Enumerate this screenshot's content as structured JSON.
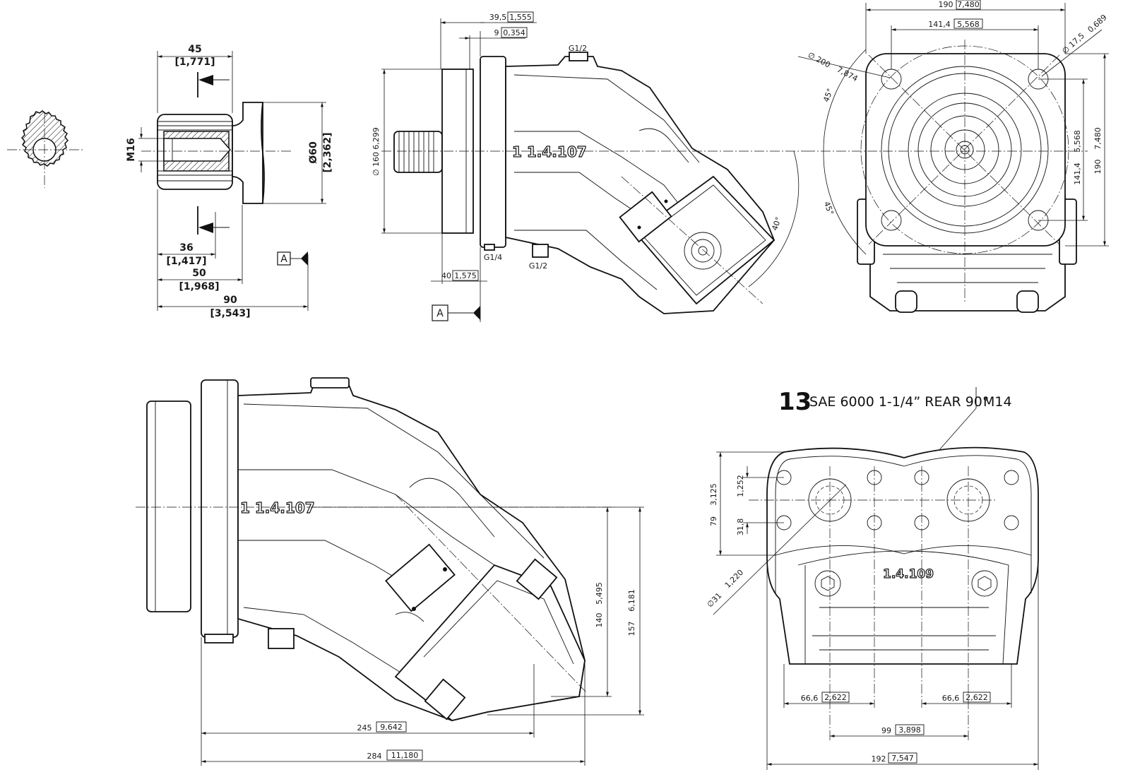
{
  "colors": {
    "line": "#111111",
    "paper": "#ffffff"
  },
  "shaft_view": {
    "d45": "45",
    "d45_in": "[1,771]",
    "m16": "M16",
    "d60": "Ø60",
    "d60_in": "[2,362]",
    "d36": "36",
    "d36_in": "[1,417]",
    "d50": "50",
    "d50_in": "[1,968]",
    "d90": "90",
    "d90_in": "[3,543]",
    "datum": "A"
  },
  "side_view": {
    "d39_5": "39,5",
    "d39_5_in": "1,555",
    "d9": "9",
    "d9_in": "0,354",
    "g12_top": "G1/2",
    "dia160": "∅ 160",
    "dia160_in": "6,299",
    "part_no": "1   1.4.107",
    "g14": "G1/4",
    "g12_bottom": "G1/2",
    "d40": "40",
    "d40_in": "1,575",
    "angle40": "40°",
    "datum": "A"
  },
  "front_view": {
    "d190_top": "190",
    "d190_top_in": "7,480",
    "d141_4_top": "141,4",
    "d141_4_top_in": "5,568",
    "dia200": "∅ 200",
    "dia200_in": "7,874",
    "dia17_5": "∅ 17,5",
    "dia17_5_in": "0,689",
    "angle45_a": "45°",
    "angle45_b": "45°",
    "d141_4_side": "141,4",
    "d141_4_side_in": "5,568",
    "d190_side": "190",
    "d190_side_in": "7,480"
  },
  "lower_side_view": {
    "part_no": "1   1.4.107",
    "d140": "140",
    "d140_in": "5,495",
    "d157": "157",
    "d157_in": "6,181",
    "d245": "245",
    "d245_in": "9,642",
    "d284": "284",
    "d284_in": "11,180"
  },
  "port_view": {
    "item_no": "13",
    "title": "SAE 6000 1-1/4” REAR 90°",
    "thread": "M14",
    "d79": "79",
    "d79_in": "3,125",
    "d31_8": "31,8",
    "d31_8_in": "1,252",
    "dia31": "∅31",
    "dia31_in": "1,220",
    "part_no": "1.4.109",
    "d66_6_left": "66,6",
    "d66_6_left_in": "2,622",
    "d66_6_right": "66,6",
    "d66_6_right_in": "2,622",
    "d99": "99",
    "d99_in": "3,898",
    "d192": "192",
    "d192_in": "7,547"
  }
}
